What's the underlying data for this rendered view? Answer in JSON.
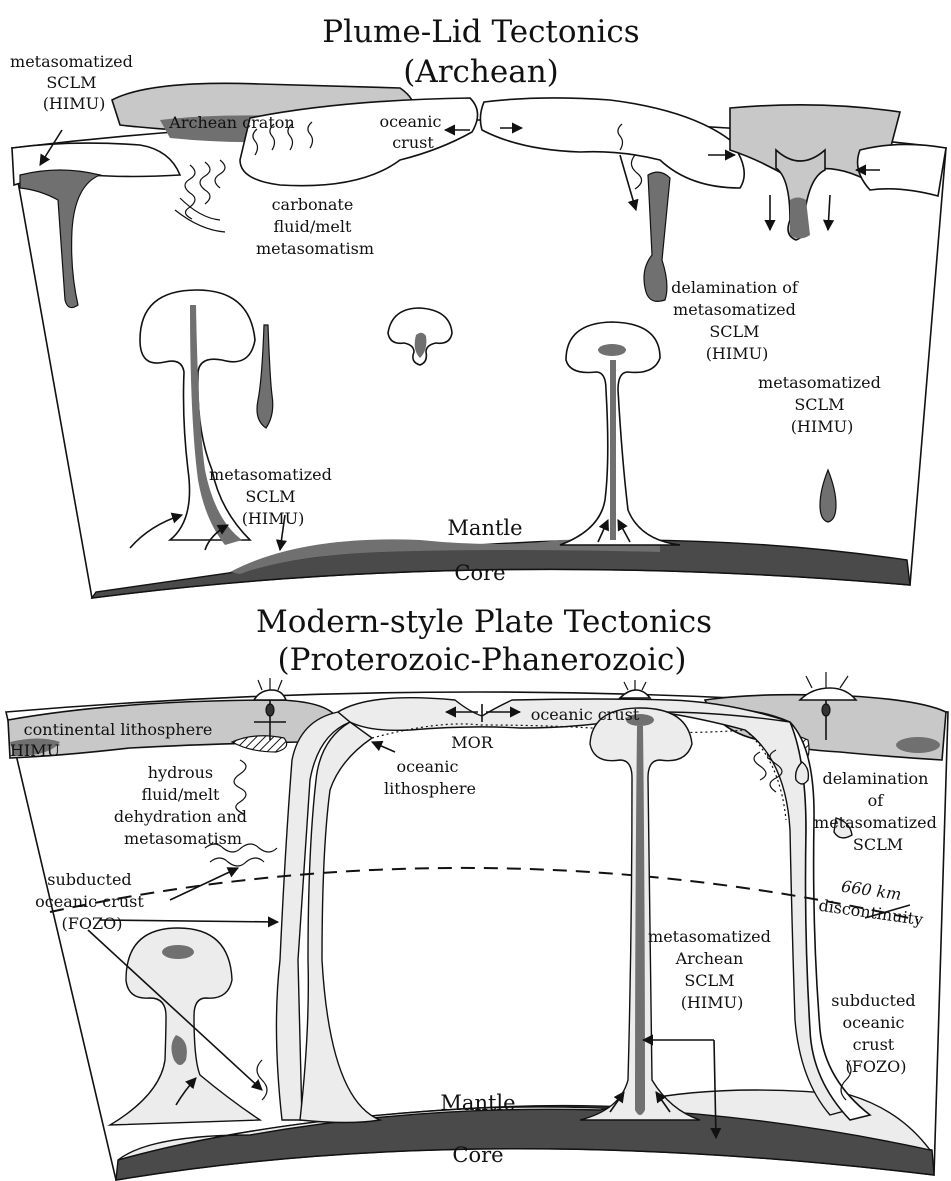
{
  "panel_top": {
    "title_line1": "Plume-Lid  Tectonics",
    "title_line2": "(Archean)",
    "labels": {
      "metasomatized_sclm_topleft": [
        "metasomatized",
        "SCLM",
        "(HIMU)"
      ],
      "archean_craton": "Archean craton",
      "oceanic_crust": [
        "oceanic",
        "crust"
      ],
      "carbonate": [
        "carbonate",
        "fluid/melt",
        "metasomatism"
      ],
      "delamination": [
        "delamination of",
        "metasomatized",
        "SCLM",
        "(HIMU)"
      ],
      "metasomatized_sclm_right": [
        "metasomatized",
        "SCLM",
        "(HIMU)"
      ],
      "metasomatized_sclm_center": [
        "metasomatized",
        "SCLM",
        "(HIMU)"
      ],
      "mantle": "Mantle",
      "core": "Core"
    }
  },
  "panel_bottom": {
    "title_line1": "Modern-style Plate Tectonics",
    "title_line2": "(Proterozoic-Phanerozoic)",
    "labels": {
      "continental_lithosphere": "continental lithosphere",
      "himu": "HIMU",
      "oceanic_crust": "oceanic crust",
      "mor": "MOR",
      "oceanic_lithosphere": [
        "oceanic",
        "lithosphere"
      ],
      "hydrous": [
        "hydrous",
        "fluid/melt",
        "dehydration and",
        "metasomatism"
      ],
      "delamination": [
        "delamination",
        "of",
        "metasomatized",
        "SCLM"
      ],
      "discontinuity": [
        "660 km",
        "discontinuity"
      ],
      "subducted_left": [
        "subducted",
        "oceanic crust",
        "(FOZO)"
      ],
      "metasomatized_archean": [
        "metasomatized",
        "Archean",
        "SCLM",
        "(HIMU)"
      ],
      "subducted_right": [
        "subducted",
        "oceanic",
        "crust",
        "(FOZO)"
      ],
      "mantle": "Mantle",
      "core": "Core"
    }
  }
}
